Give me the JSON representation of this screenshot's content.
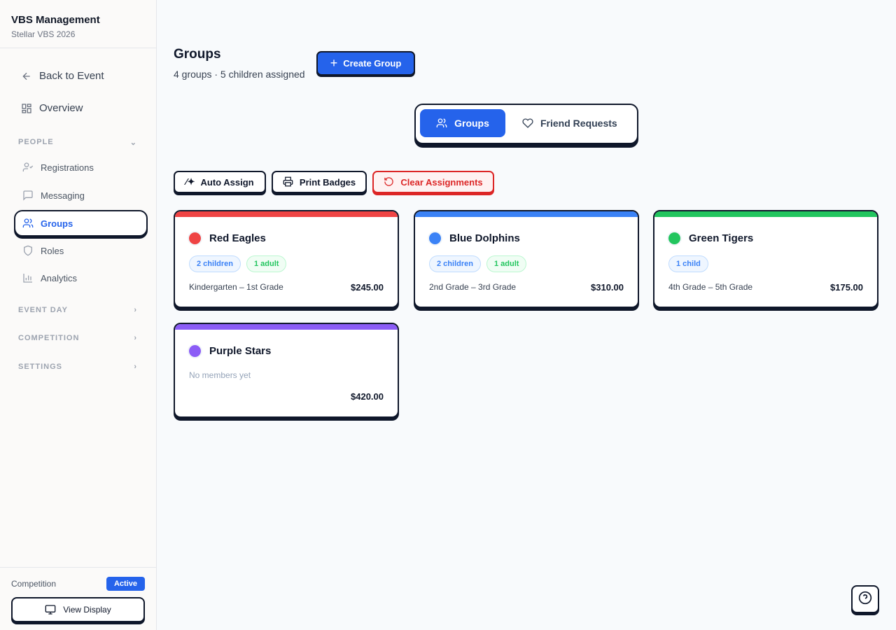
{
  "sidebar": {
    "title": "VBS Management",
    "subtitle": "Stellar VBS 2026",
    "back": "Back to Event",
    "overview": "Overview",
    "sections": {
      "people": "PEOPLE",
      "event_day": "EVENT DAY",
      "competition": "COMPETITION",
      "settings": "SETTINGS"
    },
    "items": [
      {
        "label": "Registrations"
      },
      {
        "label": "Messaging"
      },
      {
        "label": "Groups"
      },
      {
        "label": "Roles"
      },
      {
        "label": "Analytics"
      }
    ],
    "footer": {
      "label": "Competition",
      "status": "Active",
      "view_display": "View Display"
    }
  },
  "header": {
    "title": "Groups",
    "subtitle": "4 groups · 5 children assigned",
    "create": "Create Group"
  },
  "tabs": [
    {
      "label": "Groups"
    },
    {
      "label": "Friend Requests"
    }
  ],
  "actions": {
    "auto": "Auto Assign",
    "print": "Print Badges",
    "clear": "Clear Assignments"
  },
  "groups": [
    {
      "name": "Red Eagles",
      "color": "#ef4444",
      "children": "2 children",
      "adults": "1 adult",
      "grades": "Kindergarten – 1st Grade",
      "price": "$245.00"
    },
    {
      "name": "Blue Dolphins",
      "color": "#3b82f6",
      "children": "2 children",
      "adults": "1 adult",
      "grades": "2nd Grade – 3rd Grade",
      "price": "$310.00"
    },
    {
      "name": "Green Tigers",
      "color": "#22c55e",
      "children": "1 child",
      "grades": "4th Grade – 5th Grade",
      "price": "$175.00"
    },
    {
      "name": "Purple Stars",
      "color": "#8b5cf6",
      "empty": "No members yet",
      "price": "$420.00"
    }
  ]
}
